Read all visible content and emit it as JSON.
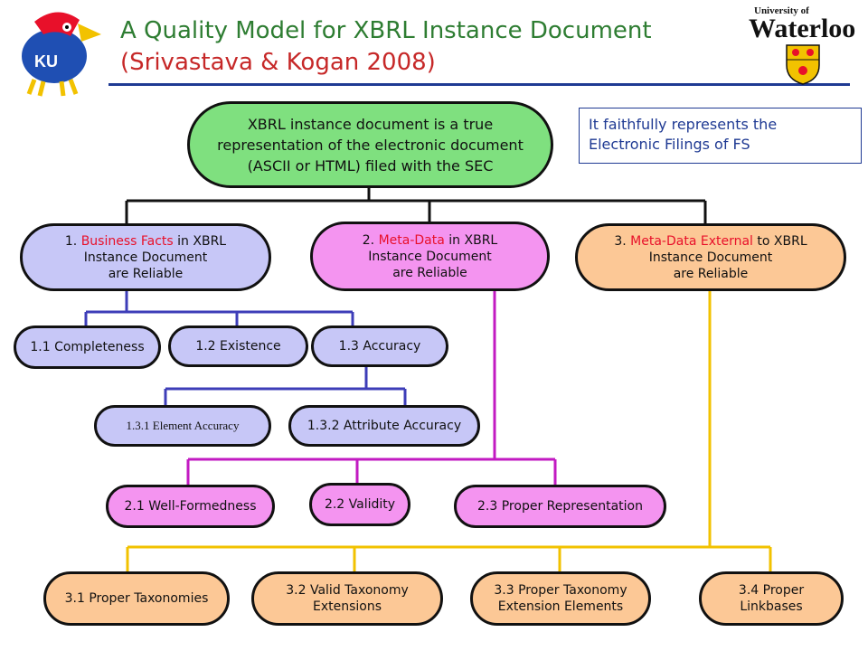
{
  "header": {
    "title_line1": "A Quality Model for XBRL Instance Document",
    "title_line2": "(Srivastava & Kogan 2008)"
  },
  "logos": {
    "left": "KU",
    "right_top": "University of",
    "right_main": "Waterloo"
  },
  "note": "It faithfully represents the Electronic Filings of FS",
  "root": {
    "lines": [
      "XBRL instance document is a true",
      "representation of the electronic document",
      "(ASCII or HTML) filed with the SEC"
    ]
  },
  "branch1": {
    "num": "1.",
    "highlight": "Business Facts",
    "rest": "in XBRL",
    "line2": "Instance Document",
    "line3": "are Reliable"
  },
  "branch2": {
    "num": "2.",
    "highlight": "Meta-Data",
    "rest": "in XBRL",
    "line2": "Instance Document",
    "line3": "are Reliable"
  },
  "branch3": {
    "num": "3.",
    "highlight": "Meta-Data External",
    "rest": "to XBRL",
    "line2": "Instance Document",
    "line3": "are Reliable"
  },
  "b1_children": [
    "1.1 Completeness",
    "1.2 Existence",
    "1.3 Accuracy"
  ],
  "b13_children": [
    "1.3.1 Element Accuracy",
    "1.3.2 Attribute Accuracy"
  ],
  "b2_children": [
    "2.1 Well-Formedness",
    "2.2 Validity",
    "2.3 Proper Representation"
  ],
  "b3_children": [
    {
      "line1": "3.1 Proper Taxonomies",
      "line2": ""
    },
    {
      "line1": "3.2 Valid Taxonomy",
      "line2": "Extensions"
    },
    {
      "line1": "3.3 Proper Taxonomy",
      "line2": "Extension Elements"
    },
    {
      "line1": "3.4 Proper",
      "line2": "Linkbases"
    }
  ],
  "colors": {
    "root": "#7fe07f",
    "lavender": "#c7c7f7",
    "pink": "#f494f0",
    "peach": "#fcc896",
    "blue_lines": "#3d3db8",
    "pink_lines": "#c21ac2",
    "gold_lines": "#f2c200"
  }
}
